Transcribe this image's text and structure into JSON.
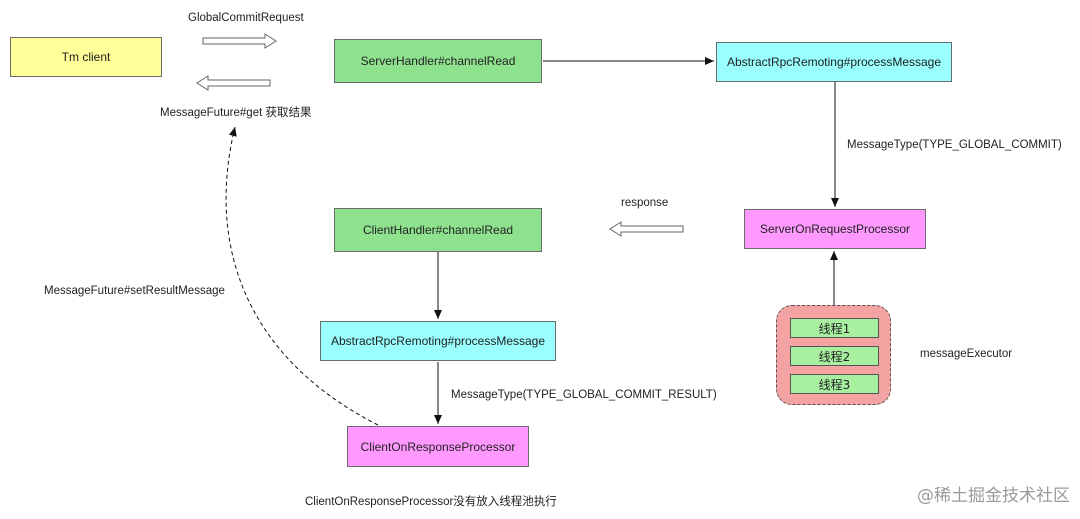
{
  "nodes": {
    "tm_client": "Tm client",
    "server_handler": "ServerHandler#channelRead",
    "server_remoting": "AbstractRpcRemoting#processMessage",
    "server_processor": "ServerOnRequestProcessor",
    "client_handler": "ClientHandler#channelRead",
    "client_remoting": "AbstractRpcRemoting#processMessage",
    "client_processor": "ClientOnResponseProcessor"
  },
  "threads": [
    "线程1",
    "线程2",
    "线程3"
  ],
  "labels": {
    "global_commit_request": "GlobalCommitRequest",
    "message_future_get": "MessageFuture#get 获取结果",
    "message_type_global_commit": "MessageType(TYPE_GLOBAL_COMMIT)",
    "response": "response",
    "message_future_set_result": "MessageFuture#setResultMessage",
    "message_executor": "messageExecutor",
    "message_type_global_commit_result": "MessageType(TYPE_GLOBAL_COMMIT_RESULT)",
    "client_processor_note": "ClientOnResponseProcessor没有放入线程池执行"
  },
  "watermark": "@稀土掘金技术社区",
  "colors": {
    "yellow": "#ffff99",
    "green": "#8ee28e",
    "cyan": "#99ffff",
    "pink": "#ff99ff",
    "pool": "#f4a3a3",
    "thread": "#a8f0a0"
  }
}
